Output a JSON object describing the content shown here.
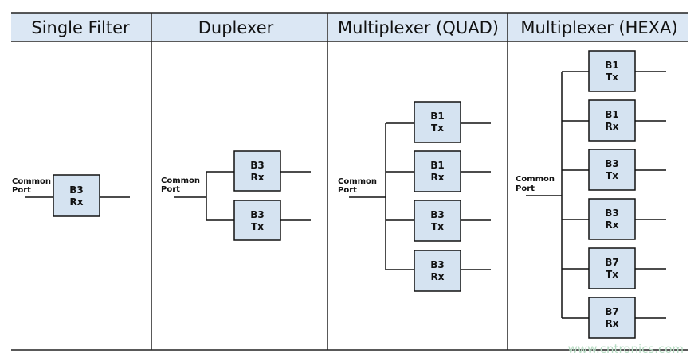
{
  "columns": [
    {
      "header": "Single Filter",
      "port_line1": "Common",
      "port_line2": "Port",
      "filters": [
        {
          "band": "B3",
          "dir": "Rx"
        }
      ]
    },
    {
      "header": "Duplexer",
      "port_line1": "Common",
      "port_line2": "Port",
      "filters": [
        {
          "band": "B3",
          "dir": "Rx"
        },
        {
          "band": "B3",
          "dir": "Tx"
        }
      ]
    },
    {
      "header": "Multiplexer (QUAD)",
      "port_line1": "Common",
      "port_line2": "Port",
      "filters": [
        {
          "band": "B1",
          "dir": "Tx"
        },
        {
          "band": "B1",
          "dir": "Rx"
        },
        {
          "band": "B3",
          "dir": "Tx"
        },
        {
          "band": "B3",
          "dir": "Rx"
        }
      ]
    },
    {
      "header": "Multiplexer (HEXA)",
      "port_line1": "Common",
      "port_line2": "Port",
      "filters": [
        {
          "band": "B1",
          "dir": "Tx"
        },
        {
          "band": "B1",
          "dir": "Rx"
        },
        {
          "band": "B3",
          "dir": "Tx"
        },
        {
          "band": "B3",
          "dir": "Rx"
        },
        {
          "band": "B7",
          "dir": "Tx"
        },
        {
          "band": "B7",
          "dir": "Rx"
        }
      ]
    }
  ],
  "watermark": "www.cntronics.com",
  "colors": {
    "header_bg": "#dbe7f4",
    "box_fill": "#d5e3f1",
    "stroke": "#111111",
    "watermark": "#b8dcc4"
  }
}
